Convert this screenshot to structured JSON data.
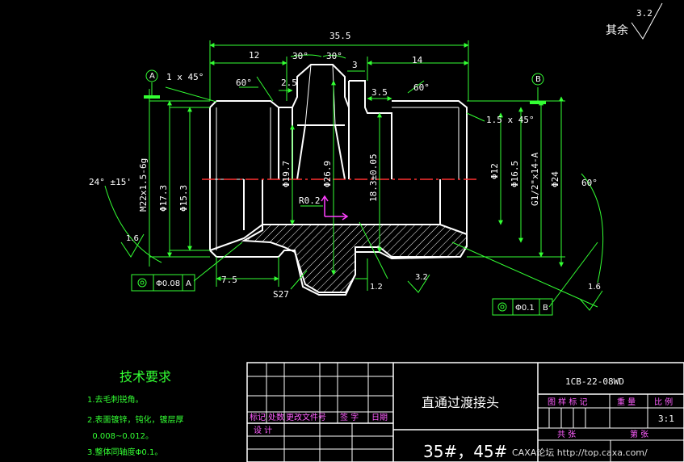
{
  "drawing": {
    "roughness_rest_label": "其余",
    "roughness_rest_value": "3.2",
    "datum_a": "A",
    "datum_b": "B"
  },
  "dimensions": {
    "overall_length": "35.5",
    "left_length": "12",
    "right_length": "14",
    "chamfer_left": "1 x 45°",
    "chamfer_right": "1.5 x 45°",
    "angle_60_left": "60°",
    "angle_60_right": "60°",
    "angle_30_left": "30°",
    "angle_30_right": "30°",
    "groove_2_5": "2.5",
    "width_3": "3",
    "width_3_5": "3.5",
    "angle_24": "24° ±15'",
    "angle_60_tol": "60° ",
    "thread_left": "M22x1.5-6g",
    "dia_17_3": "Φ17.3",
    "dia_15_3": "Φ15.3",
    "dia_19_7": "Φ19.7",
    "dia_26_9": "Φ26.9",
    "len_18_3": "18.3±0.05",
    "dia_12": "Φ12",
    "dia_16_5": "Φ16.5",
    "thread_right": "G1/2\"x14-A",
    "dia_24": "Φ24",
    "radius": "R0.2",
    "len_7_5": "7.5",
    "hex": "S27",
    "len_1_2": "1.2",
    "rough_1_6": "1.6",
    "rough_3_2": "3.2",
    "rough_right": "1.6",
    "tol_left": "Φ0.08",
    "tol_right": "Φ0.1"
  },
  "notes": {
    "title": "技术要求",
    "items": [
      "1.去毛刺锐角。",
      "2.表面镀锌，钝化，镀层厚",
      "  0.008~0.012。",
      "3.整体同轴度Φ0.1。"
    ]
  },
  "titleblock": {
    "part_name": "直通过渡接头",
    "drawing_no": "1CB-22-08WD",
    "material": "35#，45#",
    "headers": [
      "标记",
      "处数",
      "更改文件号",
      "签 字",
      "日期"
    ],
    "design": "设 计",
    "stage_label": "图 样 标 记",
    "weight_label": "重 量",
    "scale_label": "比 例",
    "scale_value": "3:1",
    "total_sheets": "共  张",
    "sheet_no": "第  张",
    "watermark": "CAXA论坛 http://top.caxa.com/"
  }
}
